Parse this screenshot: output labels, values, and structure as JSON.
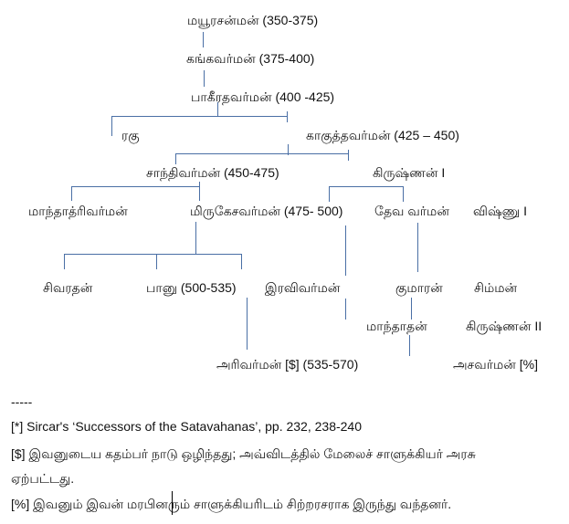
{
  "tree": {
    "mayurasharman": "மயூரசன்மன் (350-375)",
    "kangavarman": "கங்கவர்மன்  (375-400)",
    "bhagirathavarman": "பாகீரதவர்மன் (400 -425)",
    "raghu": "ரகு",
    "kakusthavarman": "காகுத்தவர்மன் (425 – 450)",
    "shantivarman": "சாந்திவர்மன் (450-475)",
    "krishna1": "கிருஷ்ணன் I",
    "mandhatrivarman": "மாந்தாத்ரிவர்மன்",
    "mrigeshavarman": "மிருகேசவர்மன் (475- 500)",
    "devavarman": "தேவ வர்மன்",
    "vishnu1": "விஷ்ணு I",
    "shivaratha": "சிவரதன்",
    "bhanu": "பானு (500-535)",
    "ravivarman": "இரவிவர்மன்",
    "kumara": "குமாரன்",
    "simha": "சிம்மன்",
    "mandhatha": "மாந்தாதன்",
    "krishna2": "கிருஷ்ணன் II",
    "harivarman": "அரிவர்மன் [$] (535-570)",
    "ashavarman": "அசவர்மன் [%]"
  },
  "footnotes": {
    "separator": "-----",
    "star": "[*]  Sircar's ‘Successors of the Satavahanas’, pp. 232, 238-240",
    "dollar_line1": "[$]  இவனுடைய கதம்பர் நாடு ஒழிந்தது; அவ்விடத்தில் மேலைச் சாளுக்கியர் அரசு",
    "dollar_line2": "ஏற்பட்டது.",
    "percent": "[%]  இவனும் இவன் மரபினரும் சாளுக்கியரிடம் சிற்றரசராக இருந்து வந்தனர்."
  }
}
